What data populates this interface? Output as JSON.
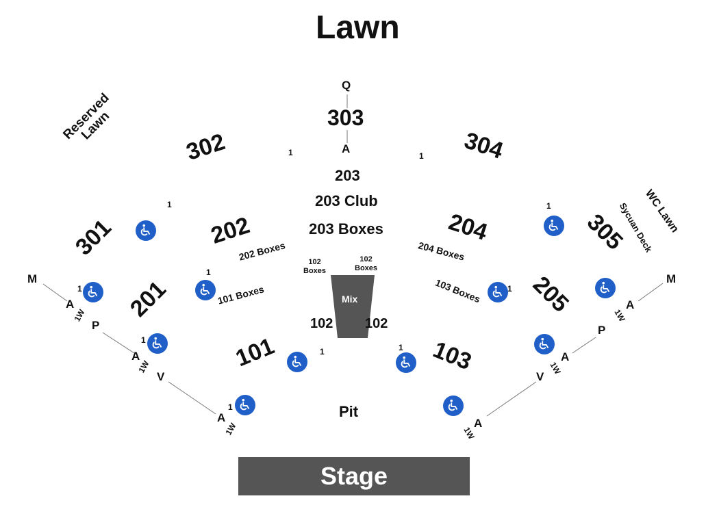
{
  "title": "Lawn",
  "sections": {
    "s101": "101",
    "s102_left": "102",
    "s102_right": "102",
    "s103": "103",
    "s201": "201",
    "s202": "202",
    "s203": "203",
    "s204": "204",
    "s205": "205",
    "s301": "301",
    "s302": "302",
    "s303": "303",
    "s304": "304",
    "s305": "305"
  },
  "areas": {
    "club_203": "203 Club",
    "boxes_203": "203 Boxes",
    "boxes_202": "202 Boxes",
    "boxes_204": "204 Boxes",
    "boxes_101": "101 Boxes",
    "boxes_103": "103 Boxes",
    "boxes_102_left": "102\nBoxes",
    "boxes_102_right": "102\nBoxes",
    "mix": "Mix",
    "pit": "Pit",
    "stage": "Stage",
    "reserved_lawn": "Reserved\nLawn",
    "wc_lawn": "WC Lawn",
    "sycuan_deck": "Sycuan Deck"
  },
  "rows": {
    "q": "Q",
    "a_303": "A",
    "left_m": "M",
    "left_a1": "A",
    "left_1w1": "1W",
    "left_p": "P",
    "left_a2": "A",
    "left_1w2": "1W",
    "left_v": "V",
    "left_a3": "A",
    "left_1w3": "1W",
    "right_m": "M",
    "right_a1": "A",
    "right_1w1": "1W",
    "right_p": "P",
    "right_a2": "A",
    "right_1w2": "1W",
    "right_v": "V",
    "right_a3": "A",
    "right_1w3": "1W"
  },
  "wheelchair_count": "1",
  "colors": {
    "wheelchair": "#1f5fc7",
    "stage": "#555555",
    "mix": "#555555",
    "lines": "#777777"
  },
  "icon": "wheelchair-icon"
}
